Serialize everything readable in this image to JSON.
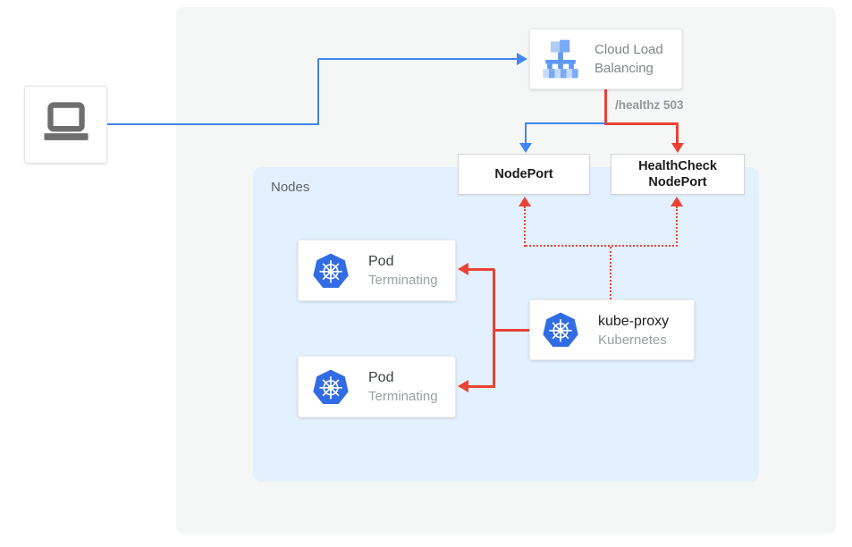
{
  "colors": {
    "flow_blue": "#4285f4",
    "flow_red": "#ea4335",
    "nodes_bg": "#e3f0fd",
    "canvas_bg": "#f5f6f6",
    "kubernetes_blue": "#326ce5"
  },
  "icons": {
    "client": "laptop-icon",
    "load_balancer": "cloud-load-balancing-icon",
    "pod": "kubernetes-helm-icon",
    "kube_proxy": "kubernetes-helm-icon"
  },
  "cloud_load_balancing": {
    "line1": "Cloud Load",
    "line2": "Balancing"
  },
  "healthz": {
    "label": "/healthz 503"
  },
  "node_port": {
    "label": "NodePort"
  },
  "health_check_node_port": {
    "line1": "HealthCheck",
    "line2": "NodePort"
  },
  "nodes": {
    "label": "Nodes"
  },
  "pods": [
    {
      "title": "Pod",
      "status": "Terminating"
    },
    {
      "title": "Pod",
      "status": "Terminating"
    }
  ],
  "kube_proxy": {
    "title": "kube-proxy",
    "subtitle": "Kubernetes"
  }
}
